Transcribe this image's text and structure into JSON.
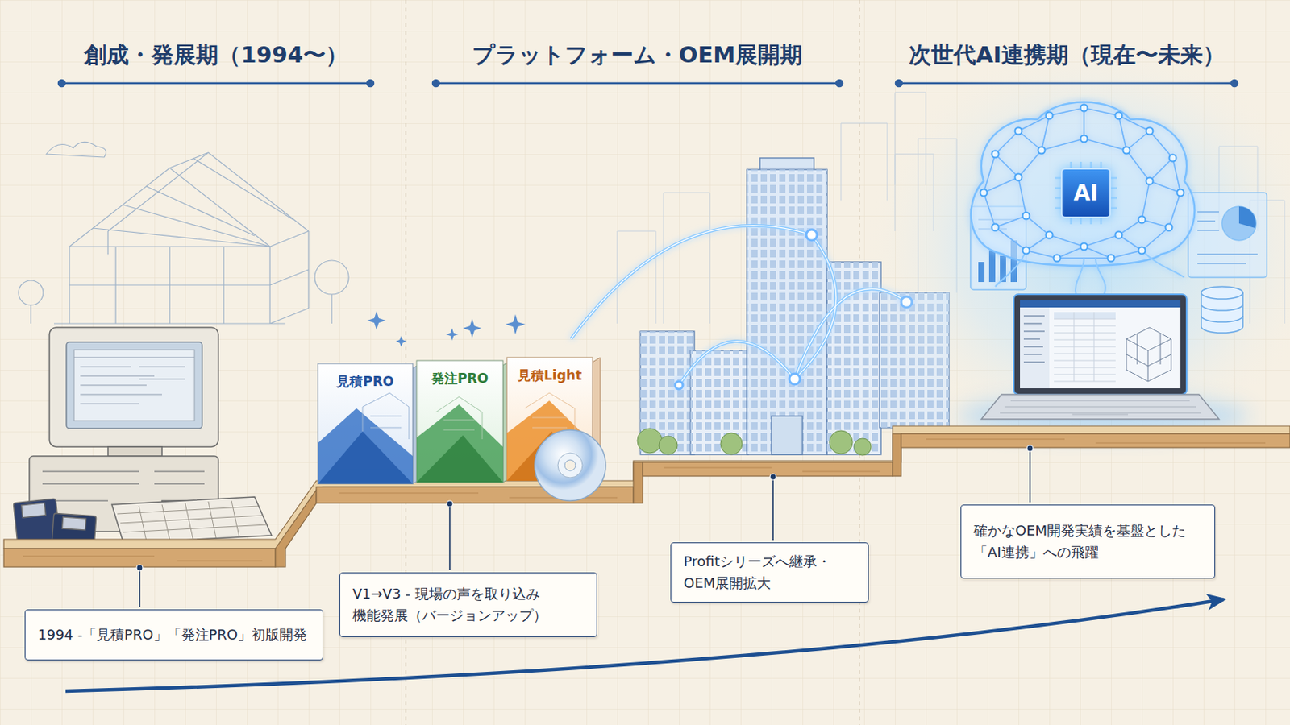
{
  "diagram": {
    "nodes": [
      {
        "text": [
          "見積PRO"
        ]
      },
      {
        "text": [
          "発注PRO"
        ]
      },
      {
        "text": [
          "見積Light"
        ]
      },
      {
        "text": [
          "AI"
        ]
      },
      {
        "text": [
          "1994 -「見積PRO」「発注PRO」初版開発"
        ]
      },
      {
        "text": [
          "V1→V3 - 現場の声を取り込み 機能発展（バージョンアップ）"
        ]
      },
      {
        "text": [
          "Profitシリーズへ継承・ OEM展開拡大"
        ]
      },
      {
        "text": [
          "確かなOEM開発実績を基盤とした 「AI連携」への飛躍"
        ]
      }
    ],
    "labels": [
      "創成・発展期（1994〜）",
      "プラットフォーム・OEM展開期",
      "次世代AI連携期（現在〜未来）"
    ]
  }
}
